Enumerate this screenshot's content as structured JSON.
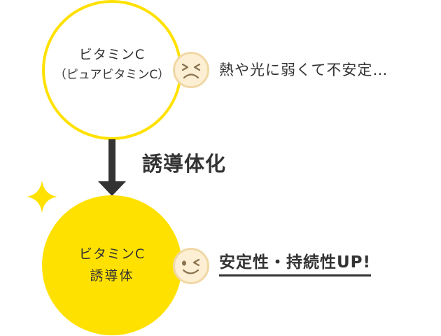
{
  "diagram": {
    "before": {
      "title": "ビタミンC",
      "subtitle": "（ピュアビタミンC）",
      "face_icon": "sad-face-icon",
      "note": "熱や光に弱くて不安定…"
    },
    "process": {
      "label": "誘導体化",
      "arrow_icon": "down-arrow-icon"
    },
    "after": {
      "title": "ビタミンC",
      "subtitle": "誘導体",
      "face_icon": "wink-face-icon",
      "note": "安定性・持続性UP!",
      "sparkle_icon": "sparkle-icon"
    }
  },
  "colors": {
    "accent_yellow": "#ffe100",
    "text_dark": "#333333",
    "face_fill": "#fdefd3",
    "face_border": "#f0d8a6",
    "face_features": "#8a7350"
  }
}
